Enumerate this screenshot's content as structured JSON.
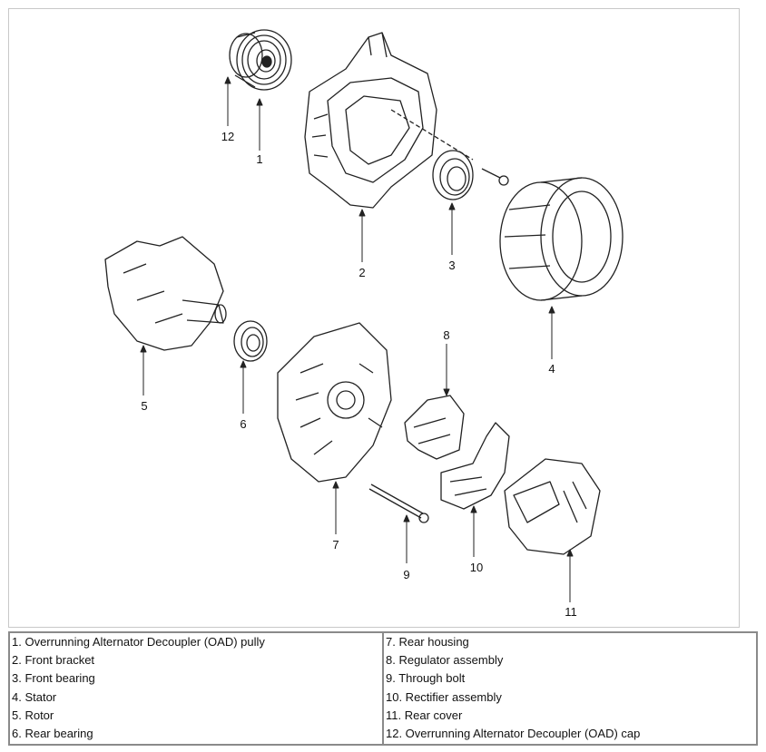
{
  "callouts": [
    "1",
    "2",
    "3",
    "4",
    "5",
    "6",
    "7",
    "8",
    "9",
    "10",
    "11",
    "12"
  ],
  "legend": {
    "left": [
      "1. Overrunning Alternator Decoupler (OAD) pully",
      "2. Front bracket",
      "3. Front bearing",
      "4. Stator",
      "5. Rotor",
      "6. Rear bearing"
    ],
    "right": [
      "7. Rear housing",
      "8. Regulator assembly",
      "9. Through bolt",
      "10. Rectifier assembly",
      "11. Rear cover",
      "12. Overrunning Alternator Decoupler (OAD) cap"
    ]
  }
}
